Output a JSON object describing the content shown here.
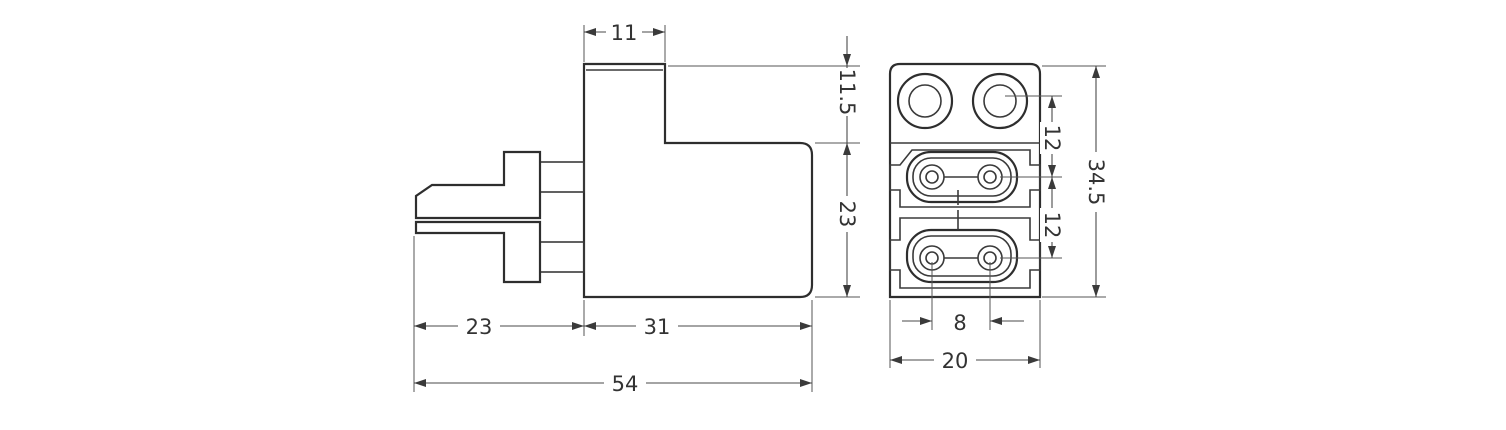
{
  "dimensions": {
    "top_width": "11",
    "top_height": "11.5",
    "body_height": "23",
    "pin_length": "23",
    "body_length": "31",
    "overall_length": "54",
    "pitch_upper": "12",
    "pitch_lower": "12",
    "overall_height": "34.5",
    "pin_spacing": "8",
    "overall_width": "20"
  }
}
